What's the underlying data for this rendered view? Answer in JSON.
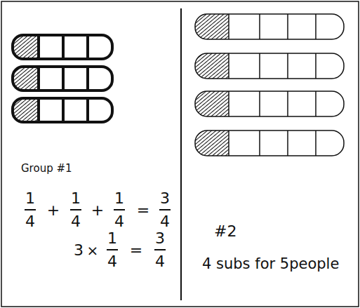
{
  "diagram": {
    "labels": [
      "Group #1",
      "1",
      "4",
      "+",
      "1",
      "4",
      "+",
      "1",
      "4",
      "=",
      "3",
      "4",
      "3",
      "×",
      "1",
      "4",
      "=",
      "3",
      "4",
      "#2",
      "4 subs for 5people"
    ]
  }
}
